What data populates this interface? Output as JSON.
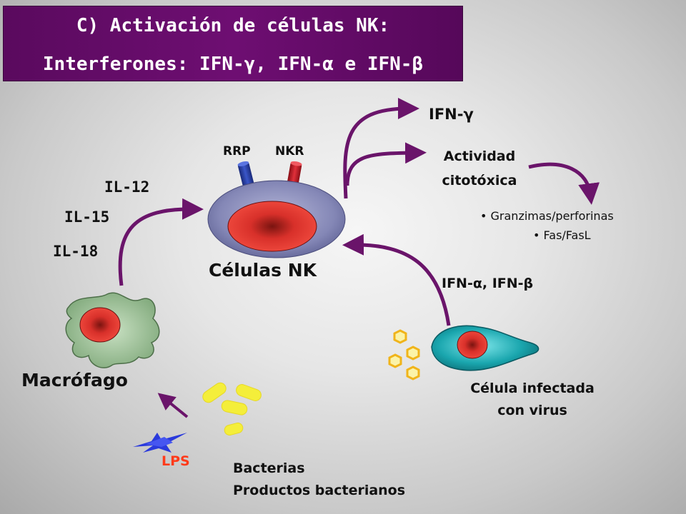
{
  "title": {
    "line1": "C) Activación de células NK:",
    "line2": "Interferones: IFN-γ, IFN-α e IFN-β"
  },
  "cytokines": {
    "il12": "IL-12",
    "il15": "IL-15",
    "il18": "IL-18"
  },
  "receptors": {
    "rrp": "RRP",
    "nkr": "NKR"
  },
  "nk_cells": "Células NK",
  "ifn_gamma": "IFN-γ",
  "cytotoxic": {
    "line1": "Actividad",
    "line2": "citotóxica"
  },
  "mechanisms": [
    "• Granzimas/perforinas",
    "• Fas/FasL"
  ],
  "ifn_alpha_beta": "IFN-α, IFN-β",
  "macrophage": "Macrófago",
  "infected_cell": {
    "line1": "Célula infectada",
    "line2": "con virus"
  },
  "lps": "LPS",
  "bacteria": {
    "line1": "Bacterias",
    "line2": "Productos bacterianos"
  },
  "colors": {
    "title_bg": "#6a0d6e",
    "arrow": "#6a146a",
    "nk_cell": "#8486b6",
    "nucleus": "#e8342e",
    "macrophage": "#8fb58a",
    "infected_cell": "#1aa6ae",
    "bacteria": "#f4ee3a",
    "lps": "#2a3adc",
    "lps_label": "#ff3a1a"
  }
}
